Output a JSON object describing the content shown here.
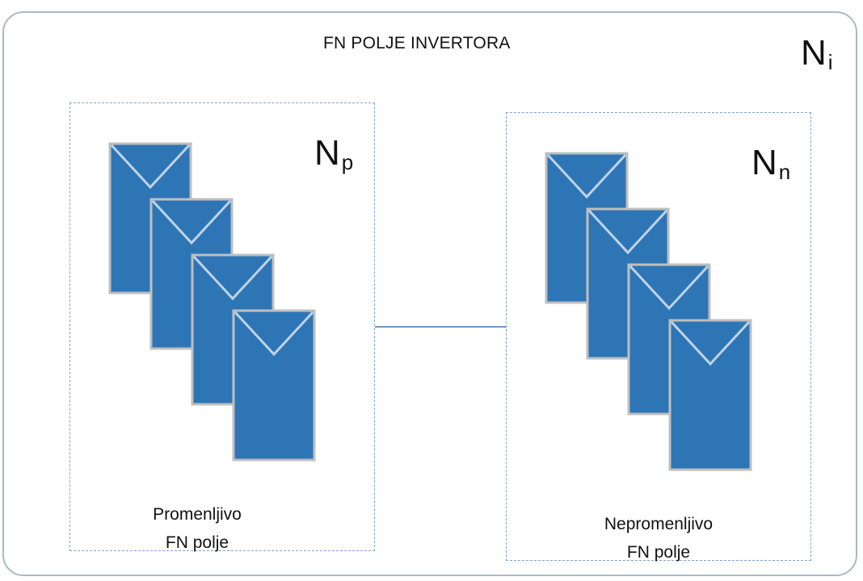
{
  "diagram": {
    "title": "FN POLJE INVERTORA",
    "outer_symbol": {
      "base": "N",
      "sub": "i"
    },
    "groups": [
      {
        "id": "variable",
        "symbol": {
          "base": "N",
          "sub": "p"
        },
        "label_lines": [
          "Promenljivo",
          "FN polje"
        ],
        "panel_count": 4
      },
      {
        "id": "fixed",
        "symbol": {
          "base": "N",
          "sub": "n"
        },
        "label_lines": [
          "Nepromenljivo",
          "FN polje"
        ],
        "panel_count": 4
      }
    ],
    "colors": {
      "panel_fill": "#2e75b6",
      "panel_border": "#bfbfbf",
      "panel_mark": "#bfd3e8",
      "dashed_border": "#7aa6cf",
      "outer_border": "#a9b9c6",
      "connector": "#6a9ac8"
    }
  }
}
